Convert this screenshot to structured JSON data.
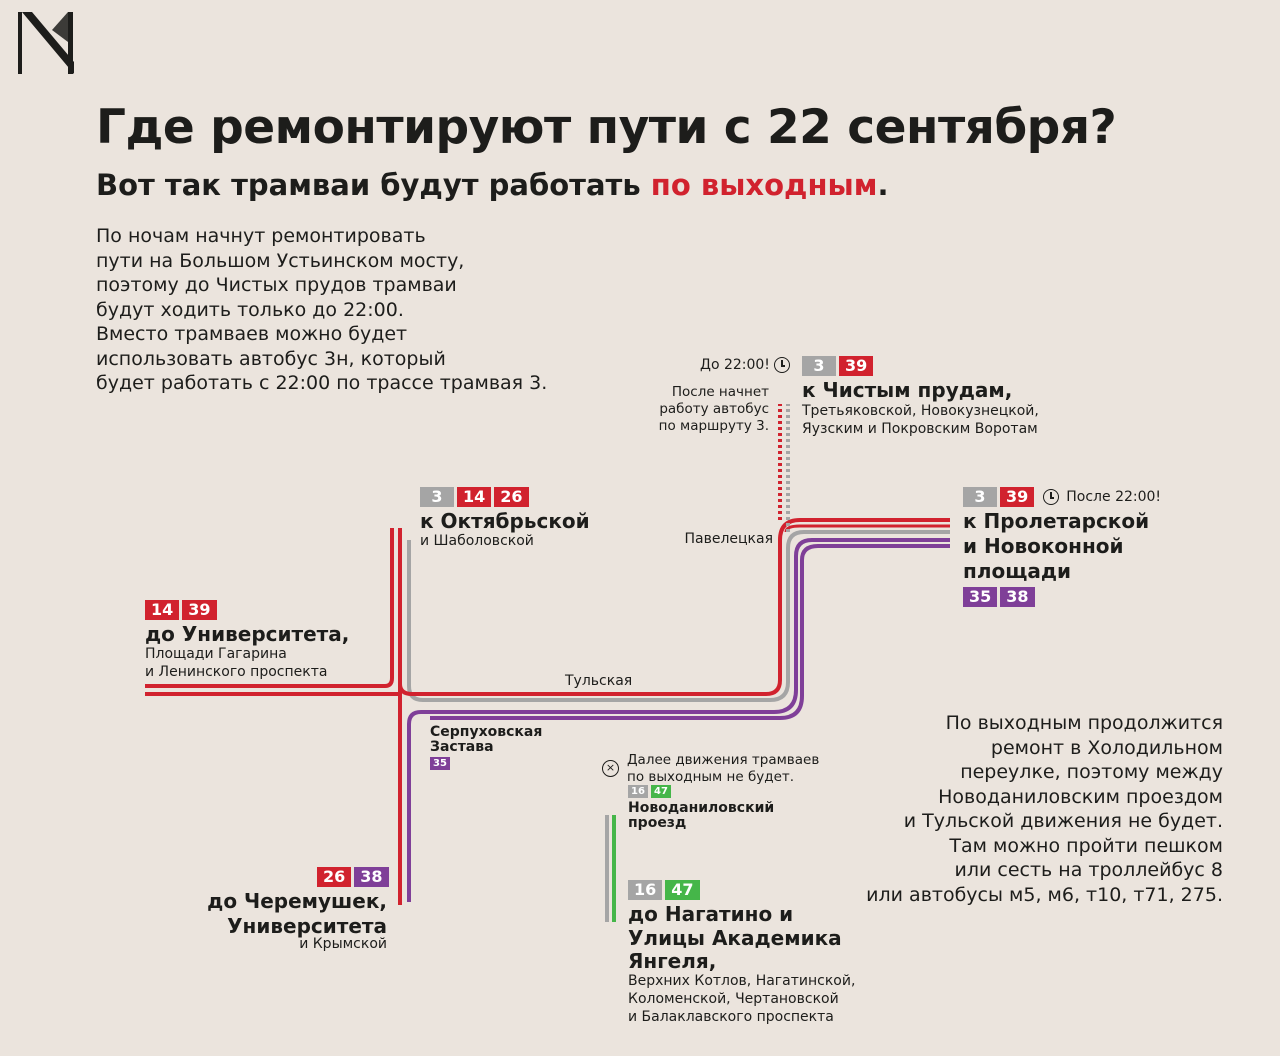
{
  "colors": {
    "red": "#d1222e",
    "gray": "#a5a5a5",
    "purple": "#7f3f98",
    "green": "#45b649",
    "dark": "#1d1d1b"
  },
  "logo": {
    "icon": "logo-icon"
  },
  "header": {
    "title": "Где ремонтируют пути с 22 сентября?",
    "subtitle_a": "Вот так трамваи будут работать ",
    "subtitle_hl": "по выходным",
    "subtitle_b": "."
  },
  "intro": [
    "По ночам начнут ремонтировать",
    "пути на Большом Устьинском мосту,",
    "поэтому до Чистых прудов трамваи",
    "будут ходить только до 22:00.",
    "Вместо трамваев можно будет",
    "использовать автобус 3н, который",
    "будет работать с 22:00 по трассе трамвая 3."
  ],
  "weekend_note": [
    "По выходным продолжится",
    "ремонт в Холодильном",
    "переулке, поэтому между",
    "Новоданиловским проездом",
    "и Тульской движения не будет.",
    "Там можно пройти пешком",
    "или сесть на троллейбус 8",
    "или автобусы м5, м6, т10, т71, 275."
  ],
  "chistye": {
    "until": "До 22:00!",
    "badges": [
      "3",
      "39"
    ],
    "title": "к Чистым прудам,",
    "sub": [
      "Третьяковской, Новокузнецкой,",
      "Яузским и Покровским Воротам"
    ],
    "bus_note": [
      "После начнет",
      "работу автобус",
      "по маршруту 3."
    ]
  },
  "oktyabrskaya": {
    "badges": [
      "3",
      "14",
      "26"
    ],
    "title": "к Октябрьской",
    "sub": "и Шаболовской"
  },
  "proletarskaya": {
    "badges": [
      "3",
      "39"
    ],
    "after": "После 22:00!",
    "title": [
      "к Пролетарской",
      "и Новоконной",
      "площади"
    ],
    "badges2": [
      "35",
      "38"
    ]
  },
  "universitet": {
    "badges": [
      "14",
      "39"
    ],
    "title": "до Университета,",
    "sub": [
      "Площади Гагарина",
      "и Ленинского проспекта"
    ]
  },
  "cheremushki": {
    "badges": [
      "26",
      "38"
    ],
    "title": [
      "до Черемушек,",
      "Университета"
    ],
    "sub": "и Крымской"
  },
  "nagatino": {
    "badges": [
      "16",
      "47"
    ],
    "title": [
      "до Нагатино и",
      "Улицы Академика",
      "Янгеля,"
    ],
    "sub": [
      "Верхних Котлов, Нагатинской,",
      "Коломенской, Чертановской",
      "и Балаклавского проспекта"
    ]
  },
  "stops": {
    "paveletskaya": "Павелецкая",
    "tulskaya": "Тульская",
    "serpukhovskaya": [
      "Серпуховская",
      "Застава"
    ],
    "serpukhovskaya_badge": "35",
    "novodanilovsky": [
      "Новоданиловский",
      "проезд"
    ],
    "novodanilovsky_badges": [
      "16",
      "47"
    ],
    "no_service": [
      "Далее движения трамваев",
      "по выходным не будет."
    ]
  }
}
